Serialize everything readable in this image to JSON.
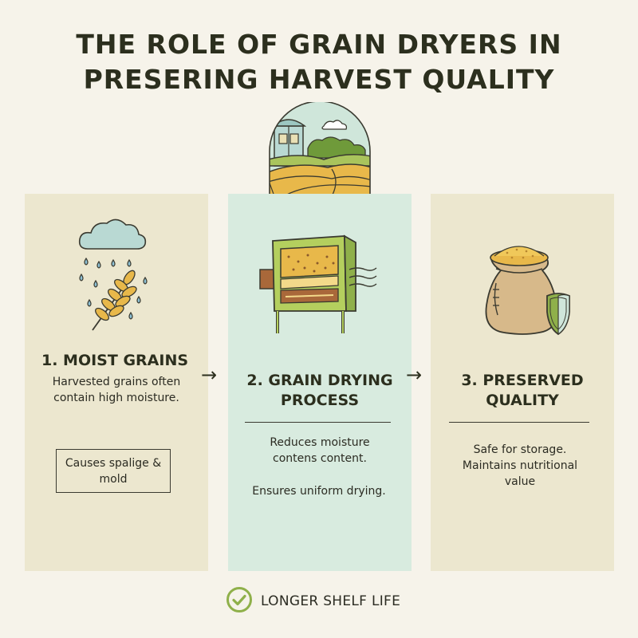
{
  "title": {
    "line1": "THE ROLE OF GRAIN DRYERS IN",
    "line2": "PRESERING HARVEST QUALITY"
  },
  "colors": {
    "background": "#f6f3ea",
    "panel_beige": "#ece7cf",
    "panel_mint": "#d8ebdf",
    "accent_green": "#8fb04a",
    "accent_gold": "#e8b84a",
    "text_dark": "#2c2f1e"
  },
  "icons": {
    "header": "farm-silo-fields-icon",
    "step1": "rain-cloud-wheat-icon",
    "step2": "grain-dryer-machine-icon",
    "step3": "grain-sack-shield-icon",
    "footer": "check-circle-icon"
  },
  "steps": [
    {
      "heading": "1. MOIST GRAINS",
      "body": "Harvested grains often contain high moisture.",
      "note": "Causes spalige & mold"
    },
    {
      "heading_line1": "2. GRAIN DRYING",
      "heading_line2": "PROCESS",
      "body1": "Reduces moisture contens content.",
      "body2": "Ensures uniform drying."
    },
    {
      "heading_line1": "3. PRESERVED",
      "heading_line2": "QUALITY",
      "body": "Safe for storage. Maintains nutritional value"
    }
  ],
  "arrows": [
    "→",
    "→"
  ],
  "footer": {
    "label": "LONGER SHELF LIFE"
  }
}
